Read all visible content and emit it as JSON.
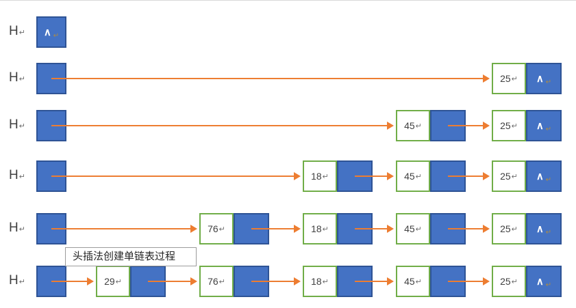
{
  "figure": {
    "caption": "头插法创建单链表过程",
    "head_label": "H",
    "return_mark": "↵",
    "null_mark": "∧"
  },
  "colors": {
    "node_fill": "#4472C4",
    "node_border": "#2E5395",
    "value_cell_border": "#70AD47",
    "arrow": "#ED7D31",
    "label_text": "#3F3F3F",
    "return_mark_gray": "#6E6E6E",
    "return_mark_gold": "#AD8B42"
  },
  "rows": [
    {
      "head": "H",
      "head_null": true,
      "nodes": []
    },
    {
      "head": "H",
      "head_null": false,
      "nodes": [
        {
          "value": "25",
          "is_tail": true
        }
      ]
    },
    {
      "head": "H",
      "head_null": false,
      "nodes": [
        {
          "value": "45",
          "is_tail": false
        },
        {
          "value": "25",
          "is_tail": true
        }
      ]
    },
    {
      "head": "H",
      "head_null": false,
      "nodes": [
        {
          "value": "18",
          "is_tail": false
        },
        {
          "value": "45",
          "is_tail": false
        },
        {
          "value": "25",
          "is_tail": true
        }
      ]
    },
    {
      "head": "H",
      "head_null": false,
      "nodes": [
        {
          "value": "76",
          "is_tail": false
        },
        {
          "value": "18",
          "is_tail": false
        },
        {
          "value": "45",
          "is_tail": false
        },
        {
          "value": "25",
          "is_tail": true
        }
      ]
    },
    {
      "head": "H",
      "head_null": false,
      "nodes": [
        {
          "value": "29",
          "is_tail": false
        },
        {
          "value": "76",
          "is_tail": false
        },
        {
          "value": "18",
          "is_tail": false
        },
        {
          "value": "45",
          "is_tail": false
        },
        {
          "value": "25",
          "is_tail": true
        }
      ]
    }
  ]
}
